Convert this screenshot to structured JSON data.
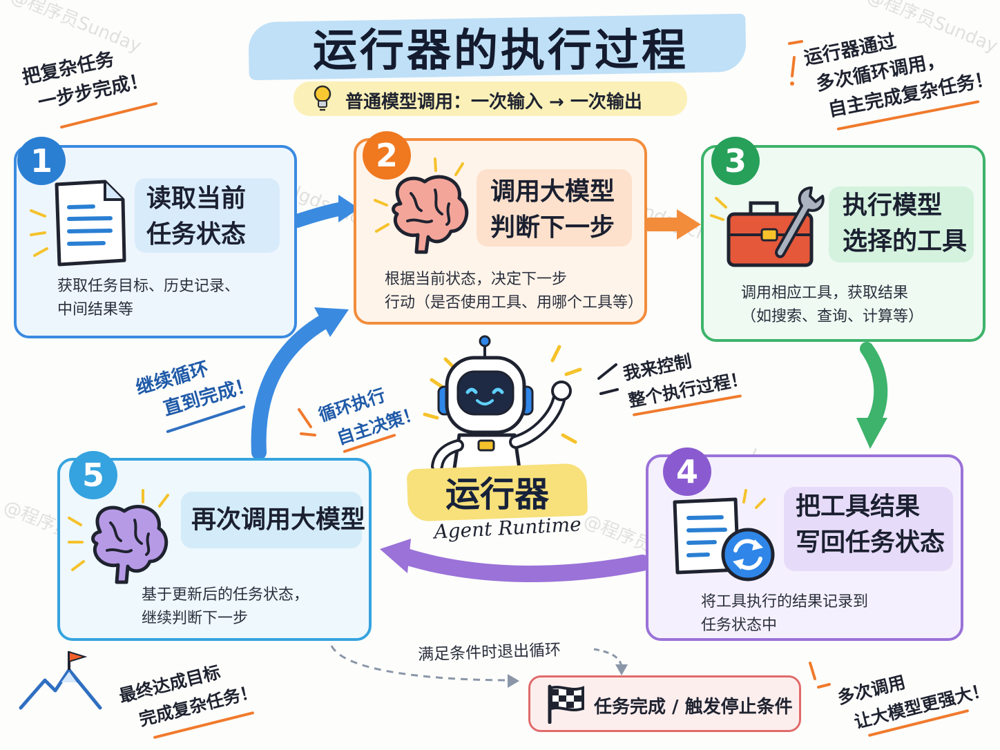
{
  "title": "运行器的执行过程",
  "subtitle": "普通模型调用：一次输入 → 一次输出",
  "notes": {
    "top_left": [
      "把复杂任务",
      "一步步完成！"
    ],
    "top_right": [
      "运行器通过",
      "多次循环调用，",
      "自主完成复杂任务！"
    ],
    "loop_left": [
      "继续循环",
      "直到完成！"
    ],
    "loop_inner": [
      "循环执行",
      "自主决策！"
    ],
    "control": [
      "我来控制",
      "整个执行过程！"
    ],
    "bottom_left": [
      "最终达成目标",
      "完成复杂任务！"
    ],
    "bottom_right": [
      "多次调用",
      "让大模型更强大！"
    ]
  },
  "steps": [
    {
      "number": "1",
      "title": [
        "读取当前",
        "任务状态"
      ],
      "desc": [
        "获取任务目标、历史记录、",
        "中间结果等"
      ],
      "icon": "document-icon",
      "color": "#3a8ae0"
    },
    {
      "number": "2",
      "title": [
        "调用大模型",
        "判断下一步"
      ],
      "desc": [
        "根据当前状态，决定下一步",
        "行动（是否使用工具、用哪个工具等）"
      ],
      "icon": "brain-icon",
      "color": "#f28c3b"
    },
    {
      "number": "3",
      "title": [
        "执行模型",
        "选择的工具"
      ],
      "desc": [
        "调用相应工具，获取结果",
        "（如搜索、查询、计算等）"
      ],
      "icon": "toolbox-icon",
      "color": "#3db36b"
    },
    {
      "number": "4",
      "title": [
        "把工具结果",
        "写回任务状态"
      ],
      "desc": [
        "将工具执行的结果记录到",
        "任务状态中"
      ],
      "icon": "document-sync-icon",
      "color": "#9a72d8"
    },
    {
      "number": "5",
      "title": [
        "再次调用大模型"
      ],
      "desc": [
        "基于更新后的任务状态，",
        "继续判断下一步"
      ],
      "icon": "brain-icon",
      "color": "#35a3df"
    }
  ],
  "center": {
    "label": "运行器",
    "label_en": "Agent Runtime",
    "icon": "robot-icon"
  },
  "exit": {
    "label": "满足条件时退出循环"
  },
  "finish": {
    "label": "任务完成 / 触发停止条件",
    "icon": "checkered-flag-icon"
  },
  "watermarks": [
    "@程序员Sunday",
    "lgdsunday.club"
  ]
}
